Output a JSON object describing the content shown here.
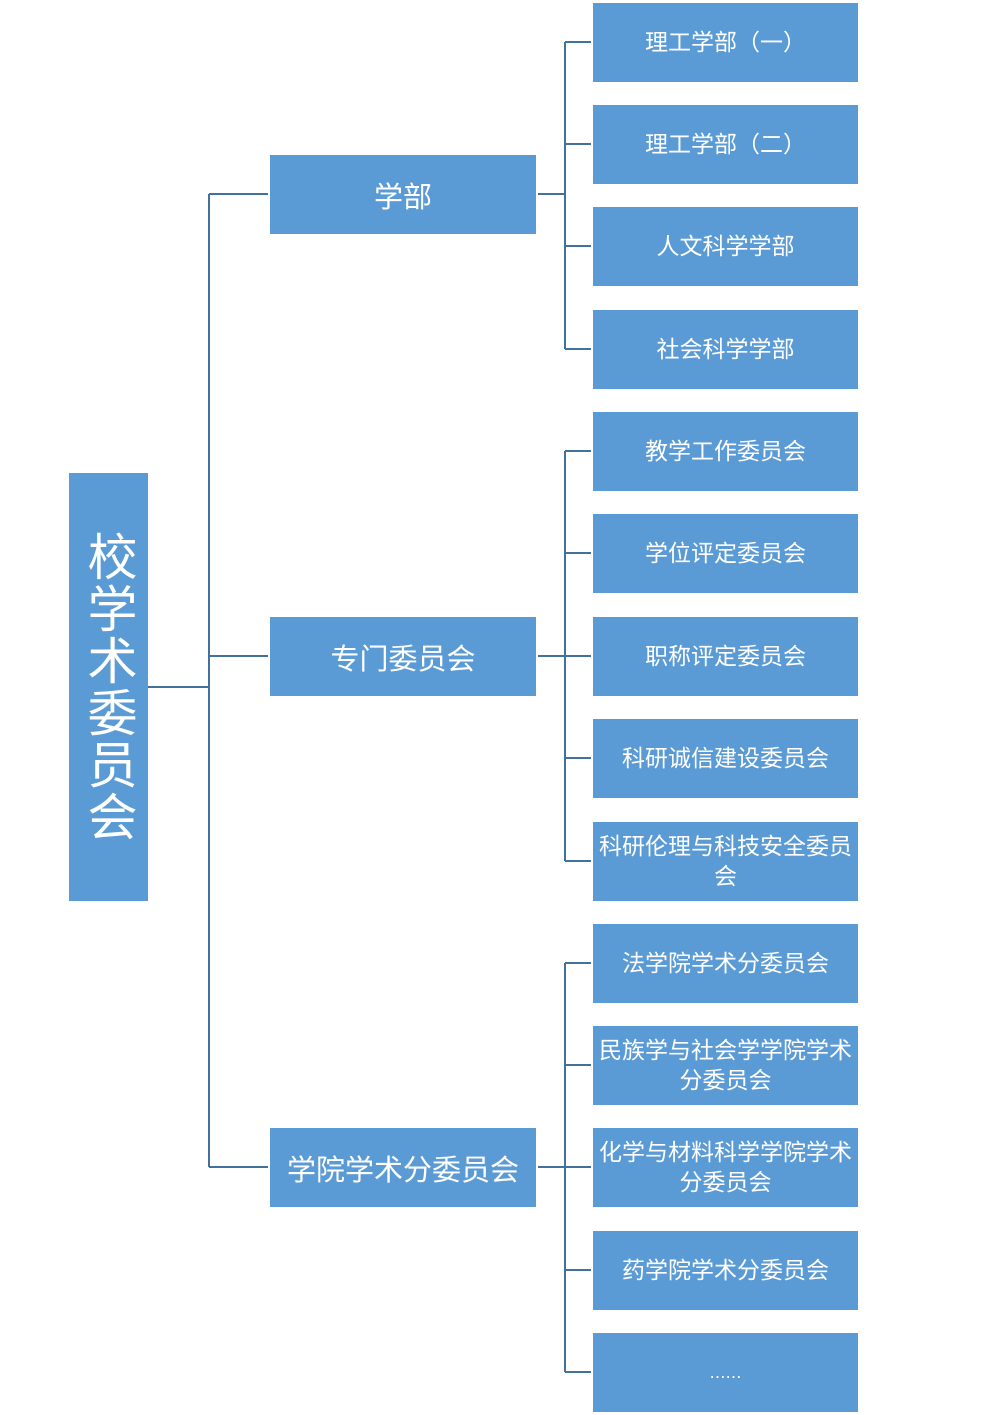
{
  "root": {
    "label": "校学术委员会"
  },
  "branches": [
    {
      "label": "学部",
      "children": [
        "理工学部（一）",
        "理工学部（二）",
        "人文科学学部",
        "社会科学学部"
      ]
    },
    {
      "label": "专门委员会",
      "children": [
        "教学工作委员会",
        "学位评定委员会",
        "职称评定委员会",
        "科研诚信建设委员会",
        "科研伦理与科技安全委员会"
      ]
    },
    {
      "label": "学院学术分委员会",
      "children": [
        "法学院学术分委员会",
        "民族学与社会学学院学术分委员会",
        "化学与材料科学学院学术分委员会",
        "药学院学术分委员会",
        "……"
      ]
    }
  ],
  "colors": {
    "box_fill": "#5b9bd5",
    "connector": "#41719c",
    "text": "#ffffff"
  }
}
